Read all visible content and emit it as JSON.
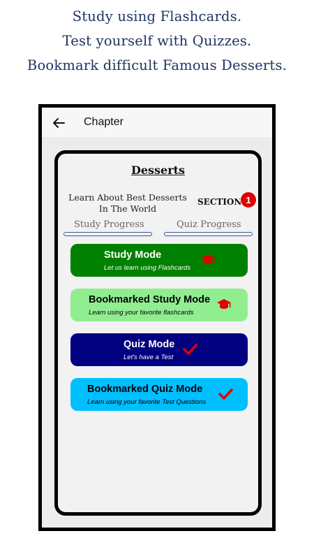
{
  "promo": {
    "line1": "Study using Flashcards.",
    "line2": "Test yourself with Quizzes.",
    "line3": "Bookmark difficult Famous Desserts."
  },
  "appbar": {
    "title": "Chapter",
    "back_icon": "arrow-left-icon"
  },
  "card": {
    "title": "Desserts",
    "description": "Learn About Best Desserts In The World",
    "section_label": "SECTION",
    "section_number": "1",
    "study_progress_label": "Study Progress",
    "quiz_progress_label": "Quiz Progress",
    "study_progress": 0,
    "quiz_progress": 0
  },
  "modes": [
    {
      "title": "Study Mode",
      "subtitle": "Let us learn using Flashcards",
      "bg": "#008000",
      "text_color": "#ffffff",
      "icon": "graduation-cap-icon"
    },
    {
      "title": "Bookmarked Study Mode",
      "subtitle": "Learn using your favorite flashcards",
      "bg": "#90ee90",
      "text_color": "#000000",
      "icon": "graduation-cap-icon"
    },
    {
      "title": "Quiz Mode",
      "subtitle": "Let's have a Test",
      "bg": "#000080",
      "text_color": "#ffffff",
      "icon": "checkmark-icon"
    },
    {
      "title": "Bookmarked Quiz Mode",
      "subtitle": "Learn using your favorite Test Questions",
      "bg": "#00bfff",
      "text_color": "#000000",
      "icon": "checkmark-icon"
    }
  ],
  "colors": {
    "icon_red": "#e00000",
    "promo_text": "#1d3461"
  }
}
